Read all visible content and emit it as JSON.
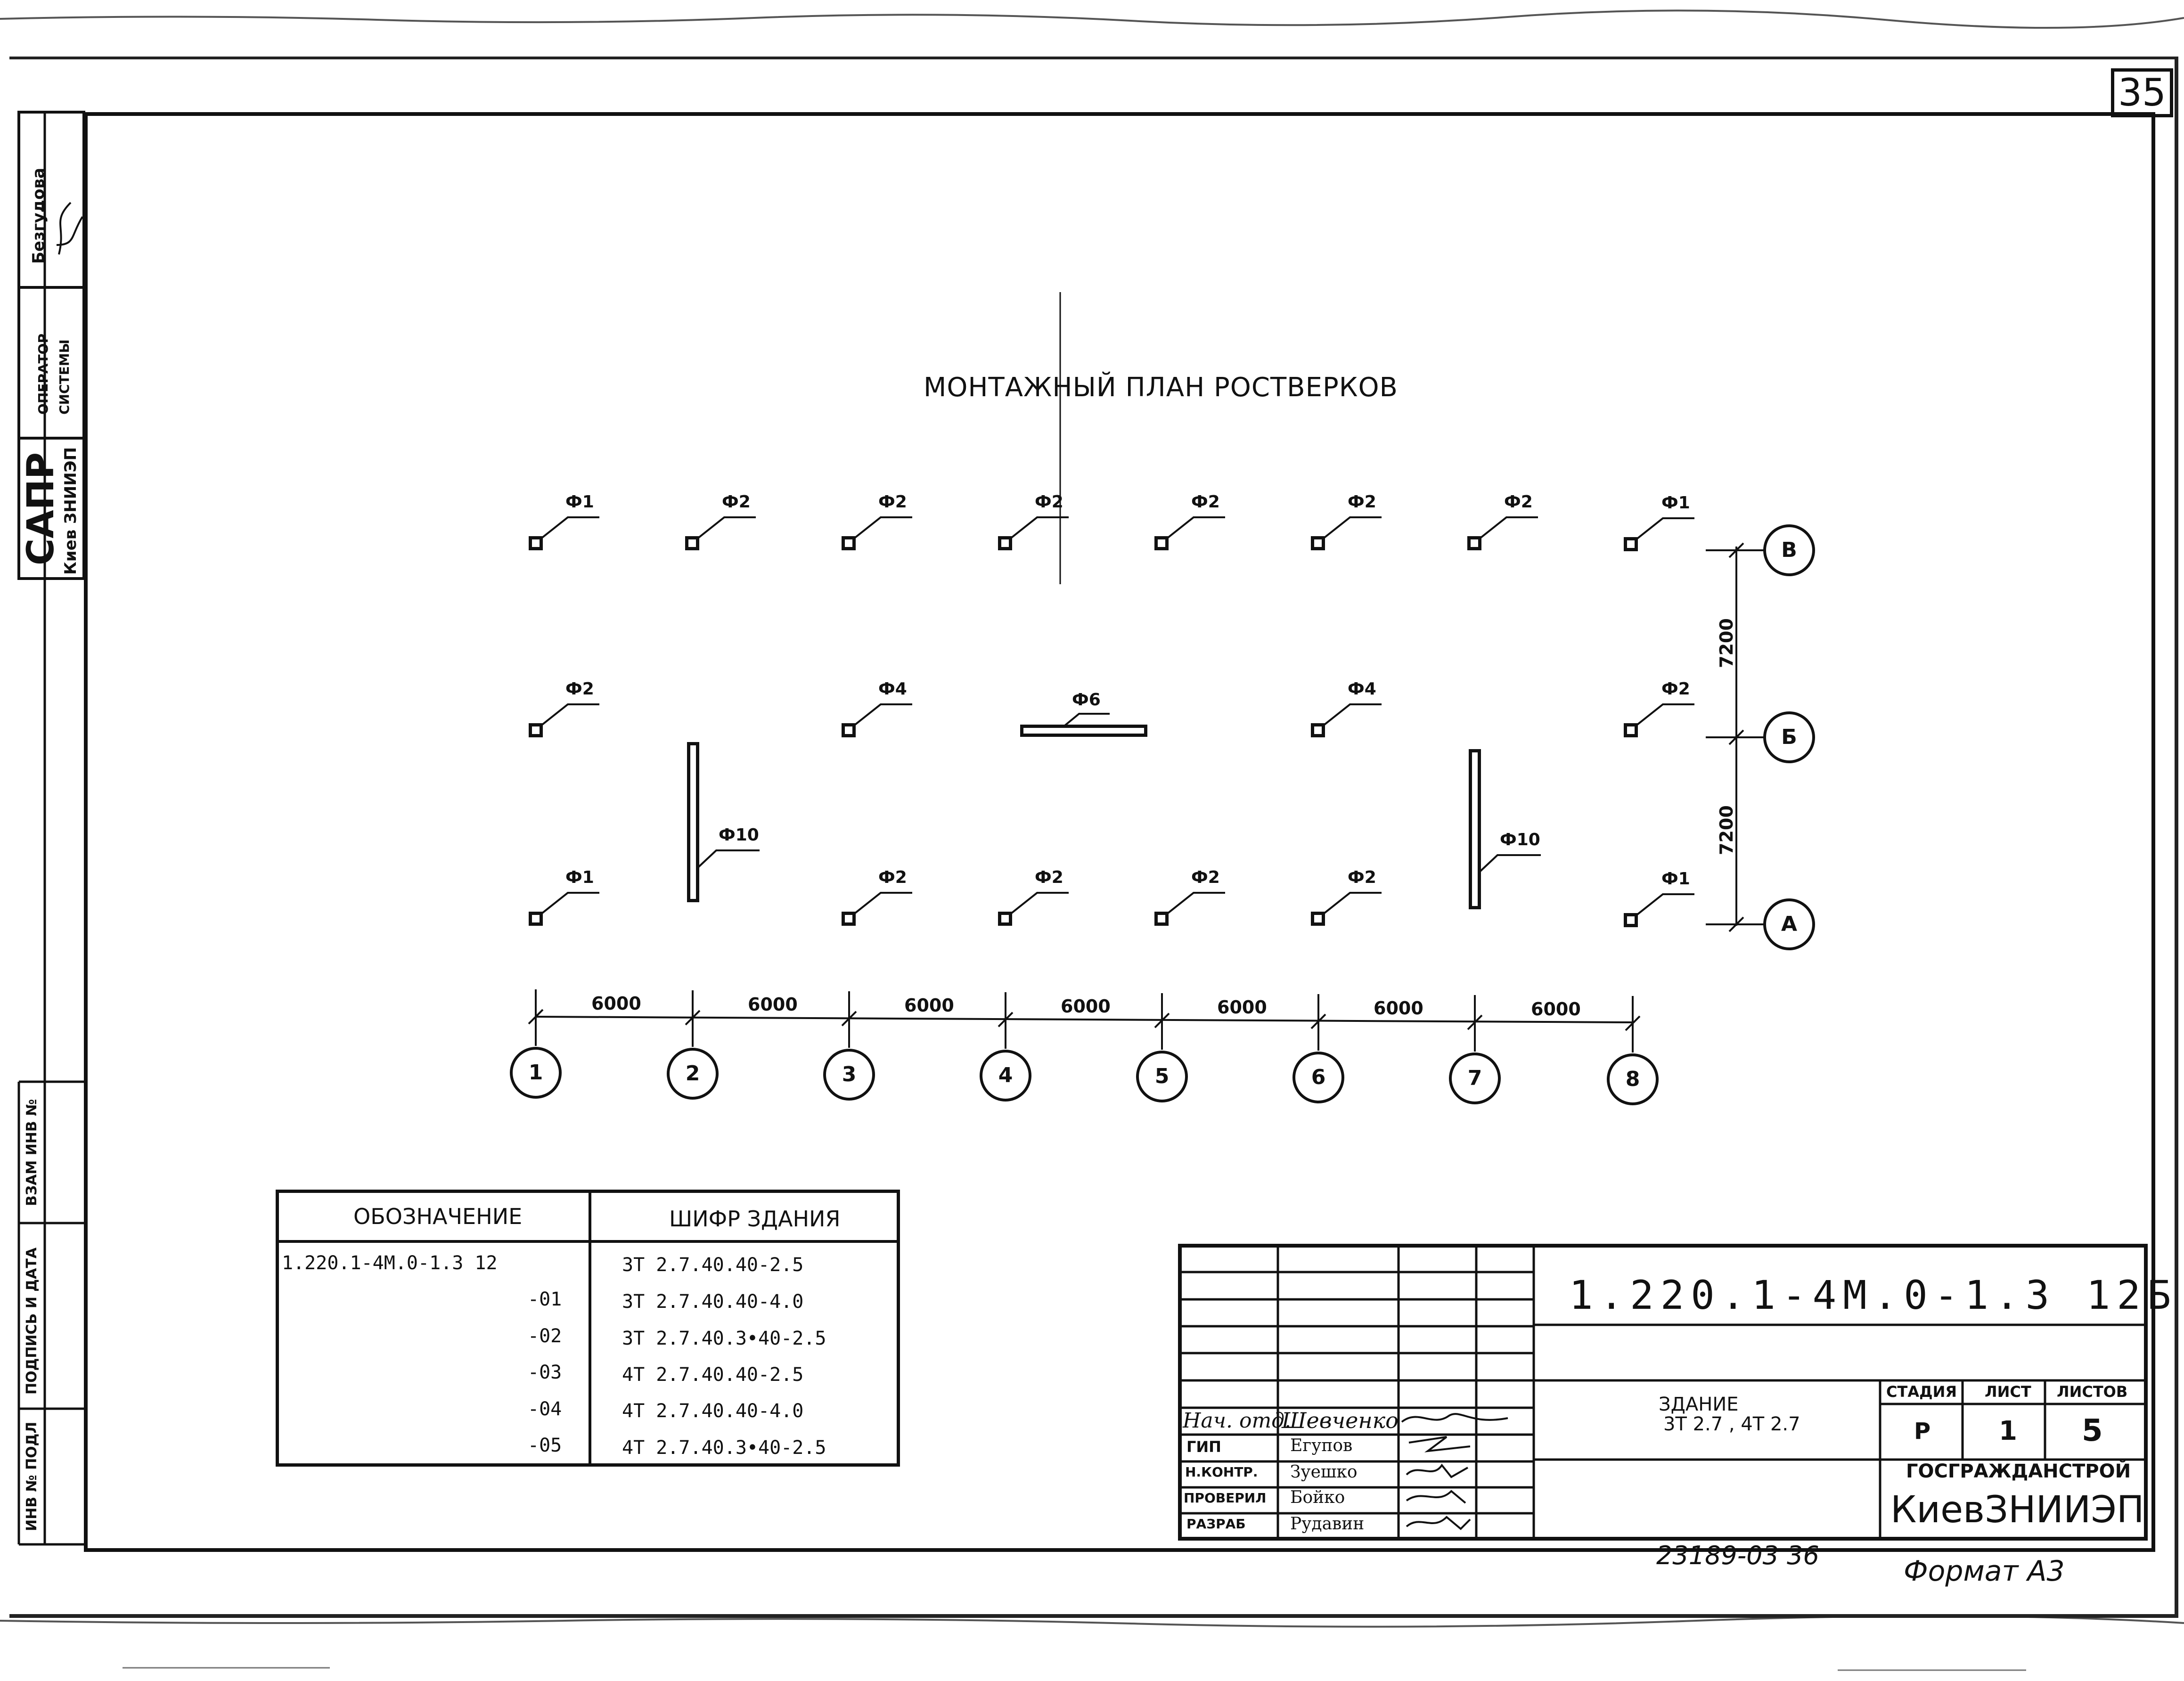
{
  "page_number": "35",
  "title": "МОНТАЖНЫЙ ПЛАН РОСТВЕРКОВ",
  "sidebar": {
    "operator_name": "Безгудова",
    "operator_label1": "ОПЕРАТОР",
    "operator_label2": "СИСТЕМЫ",
    "sapr": "САПР",
    "sapr_org": "Киев ЗНИИЭП",
    "vzam": "ВЗАМ ИНВ №",
    "podpis": "ПОДПИСЬ И ДАТА",
    "inv": "ИНВ № ПОДЛ"
  },
  "plan": {
    "row_v_marks": [
      "Ф1",
      "Ф2",
      "Ф2",
      "Ф2",
      "Ф2",
      "Ф2",
      "Ф2",
      "Ф1"
    ],
    "row_b_marks": [
      "Ф2",
      "Ф4",
      "Ф6",
      "Ф4",
      "Ф2"
    ],
    "row_a_marks": [
      "Ф1",
      "Ф2",
      "Ф2",
      "Ф2",
      "Ф2",
      "Ф1"
    ],
    "wall_marks": [
      "Ф10",
      "Ф10"
    ],
    "axes_x": [
      "1",
      "2",
      "3",
      "4",
      "5",
      "6",
      "7",
      "8"
    ],
    "axes_y": [
      "В",
      "Б",
      "А"
    ],
    "dims_x": [
      "6000",
      "6000",
      "6000",
      "6000",
      "6000",
      "6000",
      "6000"
    ],
    "dims_y": [
      "7200",
      "7200"
    ]
  },
  "designation_table": {
    "col1_header": "ОБОЗНАЧЕНИЕ",
    "col2_header": "ШИФР ЗДАНИЯ",
    "rows": [
      {
        "designation": "1.220.1-4М.0-1.3 12",
        "code": "3Т 2.7.40.40-2.5"
      },
      {
        "designation": "-01",
        "code": "3Т 2.7.40.40-4.0"
      },
      {
        "designation": "-02",
        "code": "3Т 2.7.40.3•40-2.5"
      },
      {
        "designation": "-03",
        "code": "4Т 2.7.40.40-2.5"
      },
      {
        "designation": "-04",
        "code": "4Т 2.7.40.40-4.0"
      },
      {
        "designation": "-05",
        "code": "4Т 2.7.40.3•40-2.5"
      }
    ]
  },
  "title_block": {
    "code": "1.220.1-4М.0-1.3 12Б",
    "object_line1": "ЗДАНИЕ",
    "object_line2": "3Т 2.7 , 4Т 2.7",
    "stage_label": "СТАДИЯ",
    "sheet_label": "ЛИСТ",
    "sheets_label": "ЛИСТОВ",
    "stage": "Р",
    "sheet": "1",
    "sheets": "5",
    "org_line1": "ГОСГРАЖДАНСТРОЙ",
    "org_line2": "КиевЗНИИЭП",
    "roles": [
      {
        "role": "Нач. отд.",
        "name": "Шевченко"
      },
      {
        "role": "ГИП",
        "name": "Егупов"
      },
      {
        "role": "Н.КОНТР.",
        "name": "Зуешко"
      },
      {
        "role": "ПРОВЕРИЛ",
        "name": "Бойко"
      },
      {
        "role": "РАЗРАБ",
        "name": "Рудавин"
      }
    ]
  },
  "footer": {
    "archive_no": "23189-03 36",
    "format": "Формат А3"
  }
}
